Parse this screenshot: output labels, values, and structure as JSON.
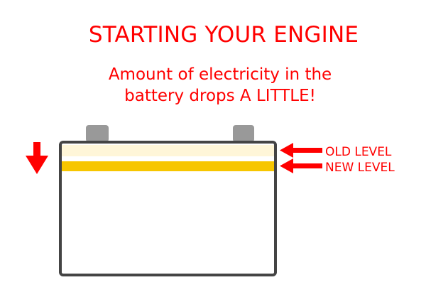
{
  "title": "STARTING YOUR ENGINE",
  "subtitle": {
    "line1": "Amount of electricity in the",
    "line2": "battery drops A LITTLE!"
  },
  "labels": {
    "old_level": "OLD LEVEL",
    "new_level": "NEW LEVEL"
  },
  "colors": {
    "text": "#ff0000",
    "arrow": "#ff0000",
    "battery_outline": "#444444",
    "terminal": "#999999",
    "old_level_band": "#fff6d8",
    "new_level_band": "#f7c600"
  },
  "icons": {
    "down_arrow": "down-arrow-icon",
    "left_arrow": "left-arrow-icon"
  }
}
